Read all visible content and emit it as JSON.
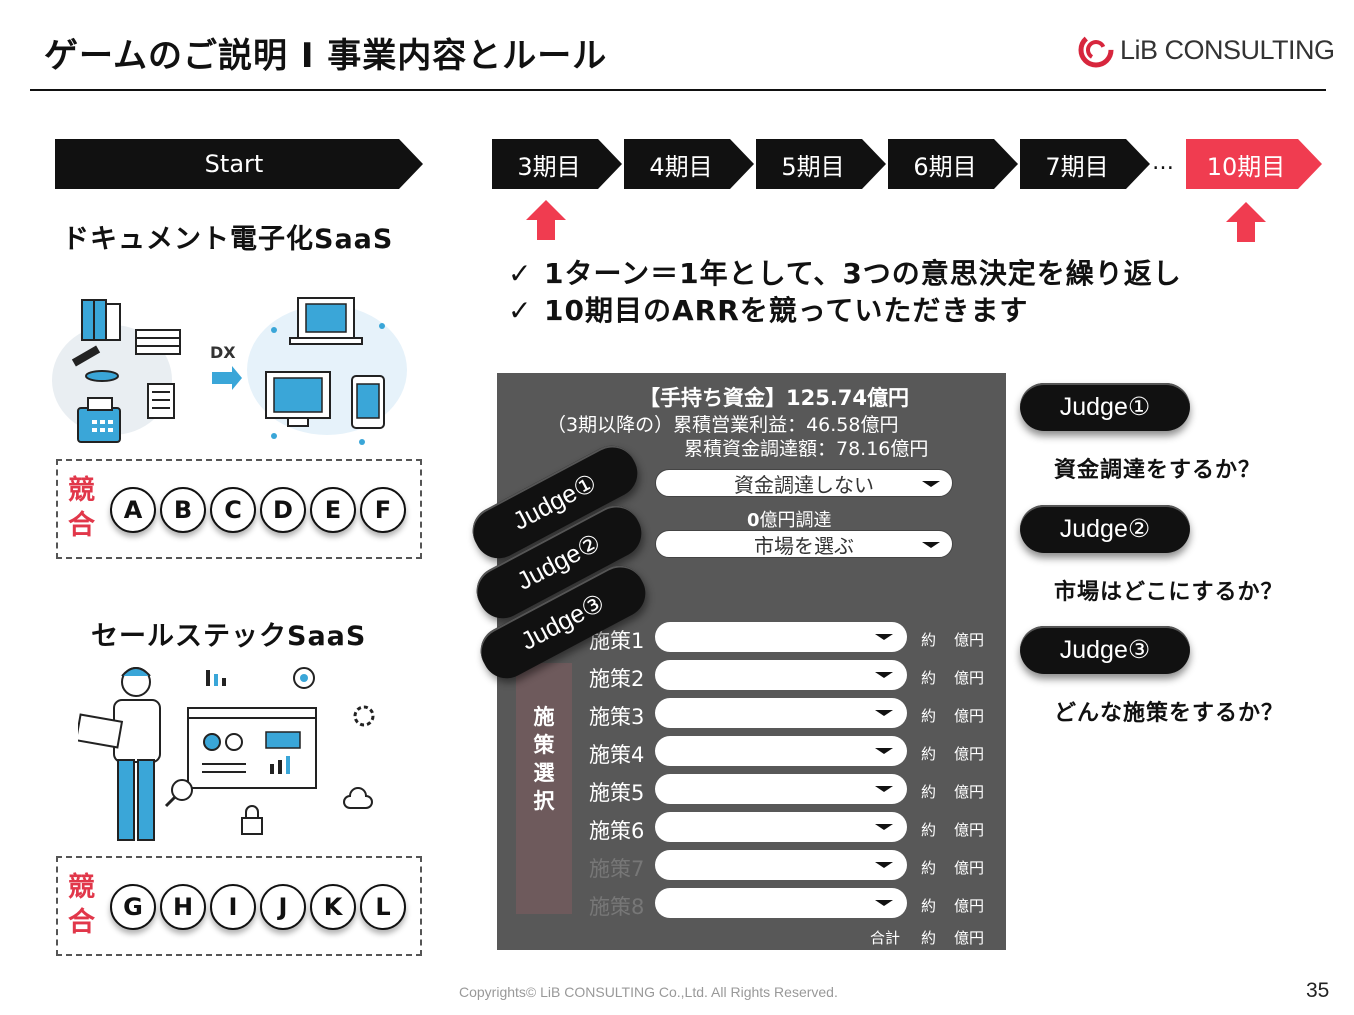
{
  "header": {
    "title": "ゲームのご説明 I 事業内容とルール",
    "logo_text": "LiB CONSULTING"
  },
  "timeline": {
    "start_label": "Start",
    "periods": [
      "3期目",
      "4期目",
      "5期目",
      "6期目",
      "7期目"
    ],
    "ellipsis": "…",
    "final_period": "10期目"
  },
  "left": {
    "saas1": {
      "title": "ドキュメント電子化SaaS",
      "dx_label": "DX",
      "competitor_label": "競合",
      "competitors": [
        "A",
        "B",
        "C",
        "D",
        "E",
        "F"
      ]
    },
    "saas2": {
      "title": "セールステックSaaS",
      "competitor_label": "競合",
      "competitors": [
        "G",
        "H",
        "I",
        "J",
        "K",
        "L"
      ]
    }
  },
  "bullets": [
    {
      "check": "✓",
      "text": "1ターン＝1年として、3つの意思決定を繰り返し"
    },
    {
      "check": "✓",
      "text": "10期目のARRを競っていただきます"
    }
  ],
  "panel": {
    "funds": "【手持ち資金】125.74億円",
    "profit": "（3期以降の）累積営業利益：46.58億円",
    "raised": "累積資金調達額：78.16億円",
    "funding_select": "資金調達しない",
    "funding_amount_num": "0",
    "funding_amount_text": "億円調達",
    "market_select": "市場を選ぶ",
    "sidebar_label": "施策選択",
    "measures": [
      {
        "label": "施策1",
        "yaku": "約",
        "oku": "億円"
      },
      {
        "label": "施策2",
        "yaku": "約",
        "oku": "億円"
      },
      {
        "label": "施策3",
        "yaku": "約",
        "oku": "億円"
      },
      {
        "label": "施策4",
        "yaku": "約",
        "oku": "億円"
      },
      {
        "label": "施策5",
        "yaku": "約",
        "oku": "億円"
      },
      {
        "label": "施策6",
        "yaku": "約",
        "oku": "億円"
      },
      {
        "label": "施策7",
        "yaku": "約",
        "oku": "億円"
      },
      {
        "label": "施策8",
        "yaku": "約",
        "oku": "億円"
      }
    ],
    "total_label": "合計",
    "total_yaku": "約",
    "total_oku": "億円"
  },
  "judges": [
    {
      "pill": "Judge①",
      "question": "資金調達をするか？"
    },
    {
      "pill": "Judge②",
      "question": "市場はどこにするか？"
    },
    {
      "pill": "Judge③",
      "question": "どんな施策をするか？"
    }
  ],
  "footer": {
    "copyright": "Copyrights© LiB CONSULTING Co.,Ltd.  All Rights Reserved.",
    "page_number": "35"
  },
  "colors": {
    "accent_red": "#f03c50",
    "chevron_dark": "#111111",
    "panel_gray": "#585858",
    "competitor_red": "#e1374a",
    "illustration_blue": "#3aa6d8"
  }
}
